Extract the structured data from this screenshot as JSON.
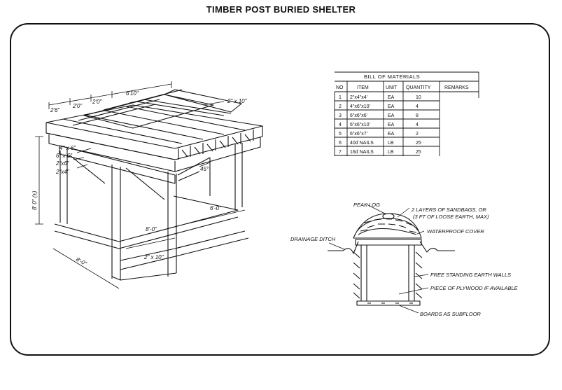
{
  "title": "TIMBER POST BURIED SHELTER",
  "bill_of_materials": {
    "heading": "BILL OF MATERIALS",
    "columns": [
      "NO",
      "ITEM",
      "UNIT",
      "QUANTITY",
      "REMARKS"
    ],
    "rows": [
      {
        "no": "1",
        "item": "2\"x4\"x4'",
        "unit": "EA",
        "quantity": "10",
        "remarks": ""
      },
      {
        "no": "2",
        "item": "4\"x6\"x10'",
        "unit": "EA",
        "quantity": "4",
        "remarks": ""
      },
      {
        "no": "3",
        "item": "6\"x6\"x6'",
        "unit": "EA",
        "quantity": "8",
        "remarks": ""
      },
      {
        "no": "4",
        "item": "6\"x6\"x10'",
        "unit": "EA",
        "quantity": "4",
        "remarks": ""
      },
      {
        "no": "5",
        "item": "6\"x6\"x7'",
        "unit": "EA",
        "quantity": "2",
        "remarks": ""
      },
      {
        "no": "6",
        "item": "40d NAILS",
        "unit": "LB",
        "quantity": "25",
        "remarks": ""
      },
      {
        "no": "7",
        "item": "16d NAILS",
        "unit": "LB",
        "quantity": "25",
        "remarks": ""
      }
    ]
  },
  "isometric_labels": {
    "spacing_a": "2'6\"",
    "spacing_b": "2'0\"",
    "spacing_c": "2'0\"",
    "top_length": "6'10\"",
    "roof_board": "2\" x 10\"",
    "beam": "4\" x 6\"",
    "post_size": "6\" x 6\"",
    "plate_a": "2\"x6\"",
    "plate_b": "2\"x4\"",
    "angle": "45°",
    "height": "8' 0\" (±)",
    "width_a": "6'-0\"",
    "width_b": "8'-0\"",
    "bottom_dim": "2\" x 10\"",
    "depth": "8'-0\""
  },
  "section_labels": {
    "peak_log": "PEAK LOG",
    "sandbags_line1": "2 LAYERS OF SANDBAGS, OR",
    "sandbags_line2": "(3 FT OF LOOSE EARTH, MAX)",
    "waterproof": "WATERPROOF COVER",
    "drainage": "DRAINAGE DITCH",
    "walls": "FREE STANDING EARTH WALLS",
    "plywood": "PIECE OF PLYWOOD IF AVAILABLE",
    "subfloor": "BOARDS AS SUBFLOOR"
  }
}
